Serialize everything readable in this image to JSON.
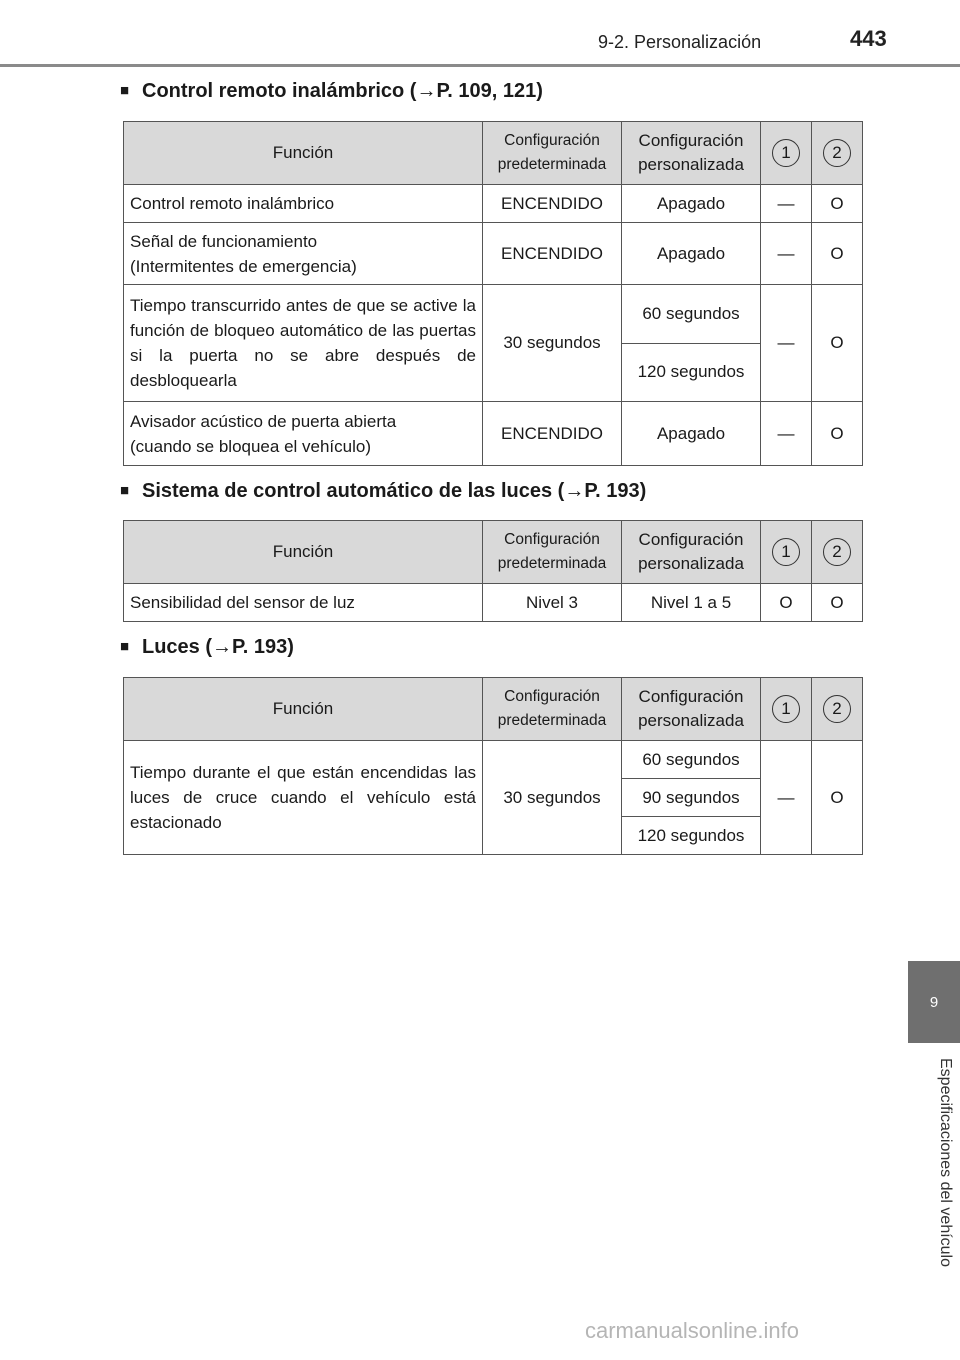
{
  "header": {
    "section": "9-2. Personalización",
    "page_number": "443"
  },
  "side_tab": {
    "number": "9",
    "label": "Especificaciones del vehículo"
  },
  "columns": {
    "function": "Función",
    "default_1": "Configuración",
    "default_2": "predeterminada",
    "custom_1": "Configuración",
    "custom_2": "personalizada",
    "c1": "1",
    "c2": "2"
  },
  "sections": [
    {
      "title": "Control remoto inalámbrico (→P. 109, 121)",
      "rows": [
        {
          "function": "Control remoto inalámbrico",
          "default": "ENCENDIDO",
          "custom": "Apagado",
          "c1": "—",
          "c2": "O"
        },
        {
          "function_1": "Señal de funcionamiento",
          "function_2": "(Intermitentes de emergencia)",
          "default": "ENCENDIDO",
          "custom": "Apagado",
          "c1": "—",
          "c2": "O"
        },
        {
          "function": "Tiempo transcurrido antes de que se active la función de bloqueo automático de las puertas si la puerta no se abre después de desbloquearla",
          "default": "30 segundos",
          "custom": [
            "60 segundos",
            "120 segundos"
          ],
          "c1": "—",
          "c2": "O"
        },
        {
          "function_1": "Avisador acústico de puerta abierta",
          "function_2": "(cuando se bloquea el vehículo)",
          "default": "ENCENDIDO",
          "custom": "Apagado",
          "c1": "—",
          "c2": "O"
        }
      ]
    },
    {
      "title": "Sistema de control automático de las luces (→P. 193)",
      "rows": [
        {
          "function": "Sensibilidad del sensor de luz",
          "default": "Nivel 3",
          "custom": "Nivel 1 a 5",
          "c1": "O",
          "c2": "O"
        }
      ]
    },
    {
      "title": "Luces (→P. 193)",
      "rows": [
        {
          "function": "Tiempo durante el que están encendidas las luces de cruce cuando el vehículo está estacionado",
          "default": "30 segundos",
          "custom": [
            "60 segundos",
            "90 segundos",
            "120 segundos"
          ],
          "c1": "—",
          "c2": "O"
        }
      ]
    }
  ],
  "watermark": "carmanualsonline.info"
}
